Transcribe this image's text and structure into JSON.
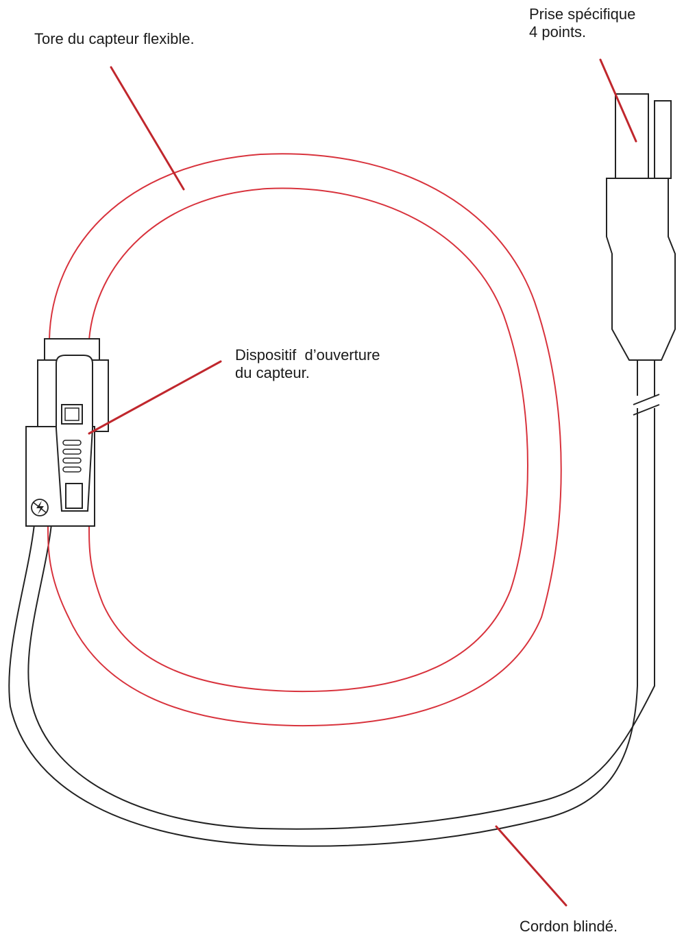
{
  "labels": {
    "tore": "Tore du capteur flexible.",
    "prise": [
      "Prise spécifique",
      "4 points."
    ],
    "dispositif": [
      "Dispositif  d’ouverture",
      "du capteur."
    ],
    "cordon": "Cordon blindé."
  },
  "icons": {
    "lightning": "lightning-warning-icon"
  },
  "colors": {
    "torus": "#d8323c",
    "leader": "#c0272d",
    "outline": "#222222"
  }
}
